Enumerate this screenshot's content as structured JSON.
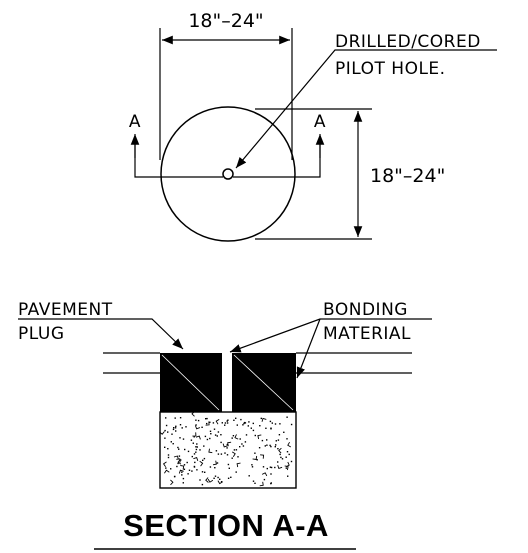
{
  "plan_view": {
    "width_dim": "18\"–24\"",
    "height_dim": "18\"–24\"",
    "pilot_hole_line1": "DRILLED/CORED",
    "pilot_hole_line2": "PILOT HOLE.",
    "section_mark_left": "A",
    "section_mark_right": "A"
  },
  "section_view": {
    "pavement_line1": "PAVEMENT",
    "pavement_line2": "PLUG",
    "bonding_line1": "BONDING",
    "bonding_line2": "MATERIAL",
    "title": "SECTION A-A"
  },
  "colors": {
    "ink": "#000000",
    "paper": "#ffffff"
  }
}
